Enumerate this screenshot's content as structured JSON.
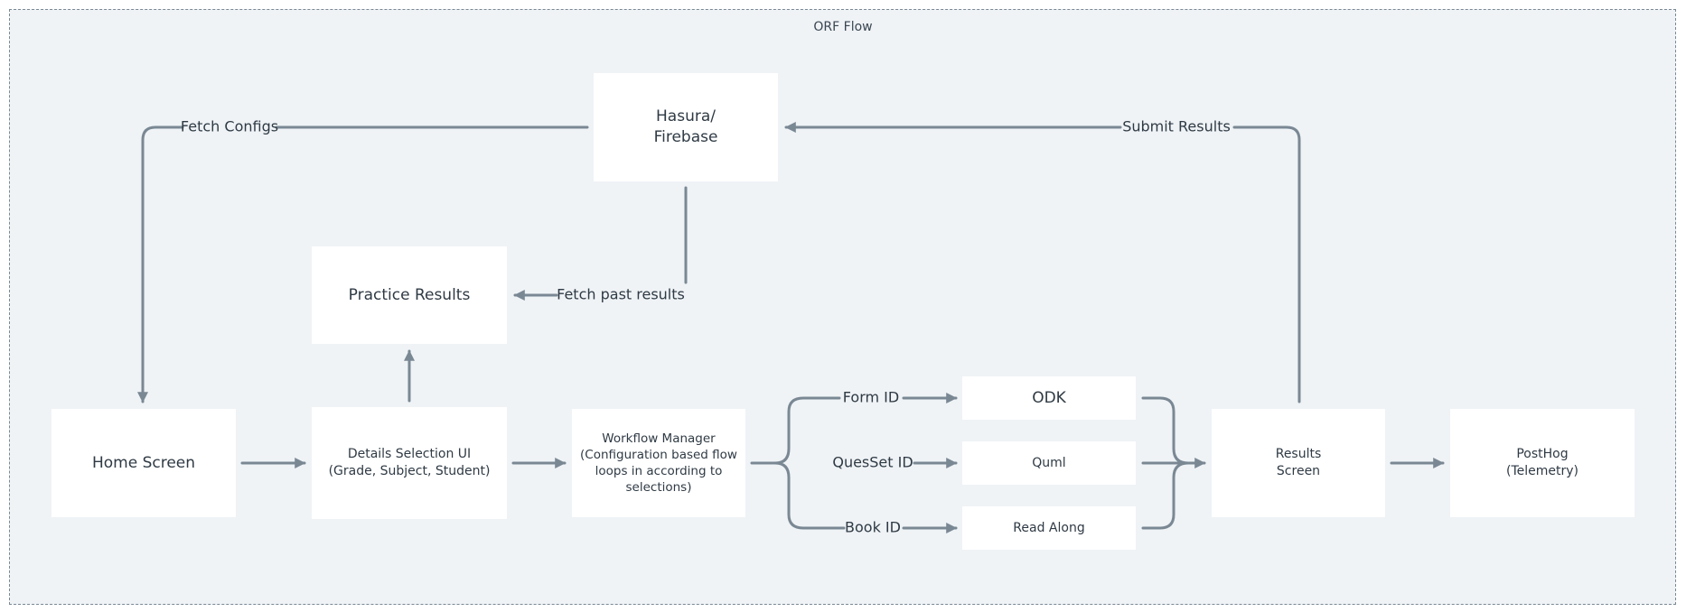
{
  "diagram": {
    "title": "ORF Flow",
    "nodes": {
      "hasura": "Hasura/\nFirebase",
      "practice_results": "Practice Results",
      "home_screen": "Home Screen",
      "details_selection": "Details Selection UI\n(Grade, Subject, Student)",
      "workflow_manager": "Workflow Manager\n(Configuration based flow\nloops in according to\nselections)",
      "odk": "ODK",
      "quml": "Quml",
      "read_along": "Read Along",
      "results_screen": "Results\nScreen",
      "posthog": "PostHog\n(Telemetry)"
    },
    "edges": {
      "fetch_configs": "Fetch Configs",
      "submit_results": "Submit Results",
      "fetch_past_results": "Fetch past results",
      "form_id": "Form ID",
      "quesset_id": "QuesSet ID",
      "book_id": "Book ID"
    },
    "colors": {
      "connector": "#7a8894",
      "background": "#eff3f6",
      "node": "#ffffff",
      "text": "#2f3a44"
    }
  }
}
